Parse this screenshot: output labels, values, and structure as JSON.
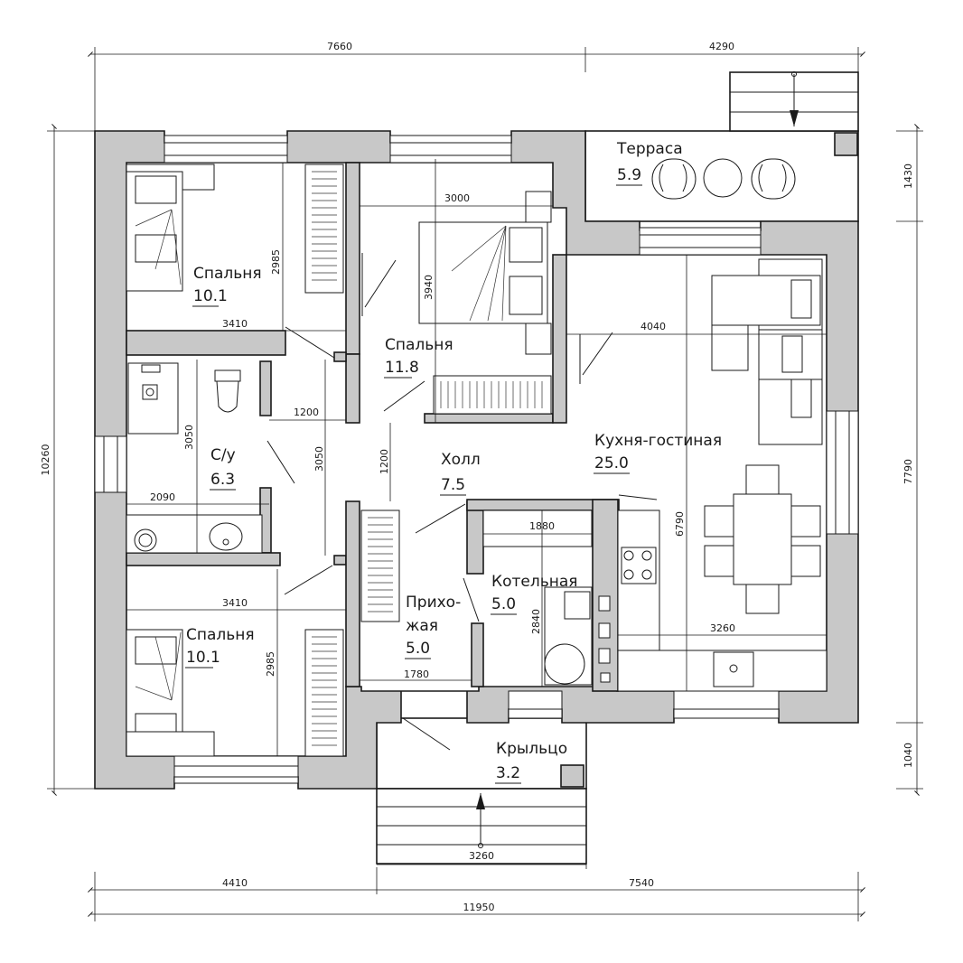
{
  "rooms": {
    "bedroom_top": {
      "name": "Спальня",
      "area": "10.1"
    },
    "bedroom_mid": {
      "name": "Спальня",
      "area": "11.8"
    },
    "bedroom_bottom": {
      "name": "Спальня",
      "area": "10.1"
    },
    "bathroom": {
      "name": "С/у",
      "area": "6.3"
    },
    "hall": {
      "name": "Холл",
      "area": "7.5"
    },
    "entry": {
      "name_line1": "Прихо-",
      "name_line2": "жая",
      "area": "5.0"
    },
    "boiler": {
      "name": "Котельная",
      "area": "5.0"
    },
    "kitchen_living": {
      "name": "Кухня-гостиная",
      "area": "25.0"
    },
    "terrace": {
      "name": "Терраса",
      "area": "5.9"
    },
    "porch": {
      "name": "Крыльцо",
      "area": "3.2"
    }
  },
  "dimensions": {
    "top_left": "7660",
    "top_right": "4290",
    "bottom_left": "4410",
    "bottom_right": "7540",
    "bottom_total": "11950",
    "porch_width": "3260",
    "left_total": "10260",
    "right_terrace": "1430",
    "right_main": "7790",
    "right_porch": "1040",
    "bed1_width": "3410",
    "bed1_depth": "2985",
    "bed2_width": "3000",
    "bed2_depth": "3940",
    "bath_depth": "3050",
    "bath_width": "2090",
    "corridor_width": "1200",
    "corridor_depth": "3050",
    "hall_gap": "1200",
    "bed3_width": "3410",
    "bed3_depth": "2985",
    "entry_width": "1780",
    "boiler_width": "1880",
    "boiler_depth": "2840",
    "living_width": "4040",
    "living_depth": "6790",
    "kitchen_width": "3260"
  },
  "colors": {
    "wall": "#c8c8c8",
    "line": "#1a1a1a"
  }
}
